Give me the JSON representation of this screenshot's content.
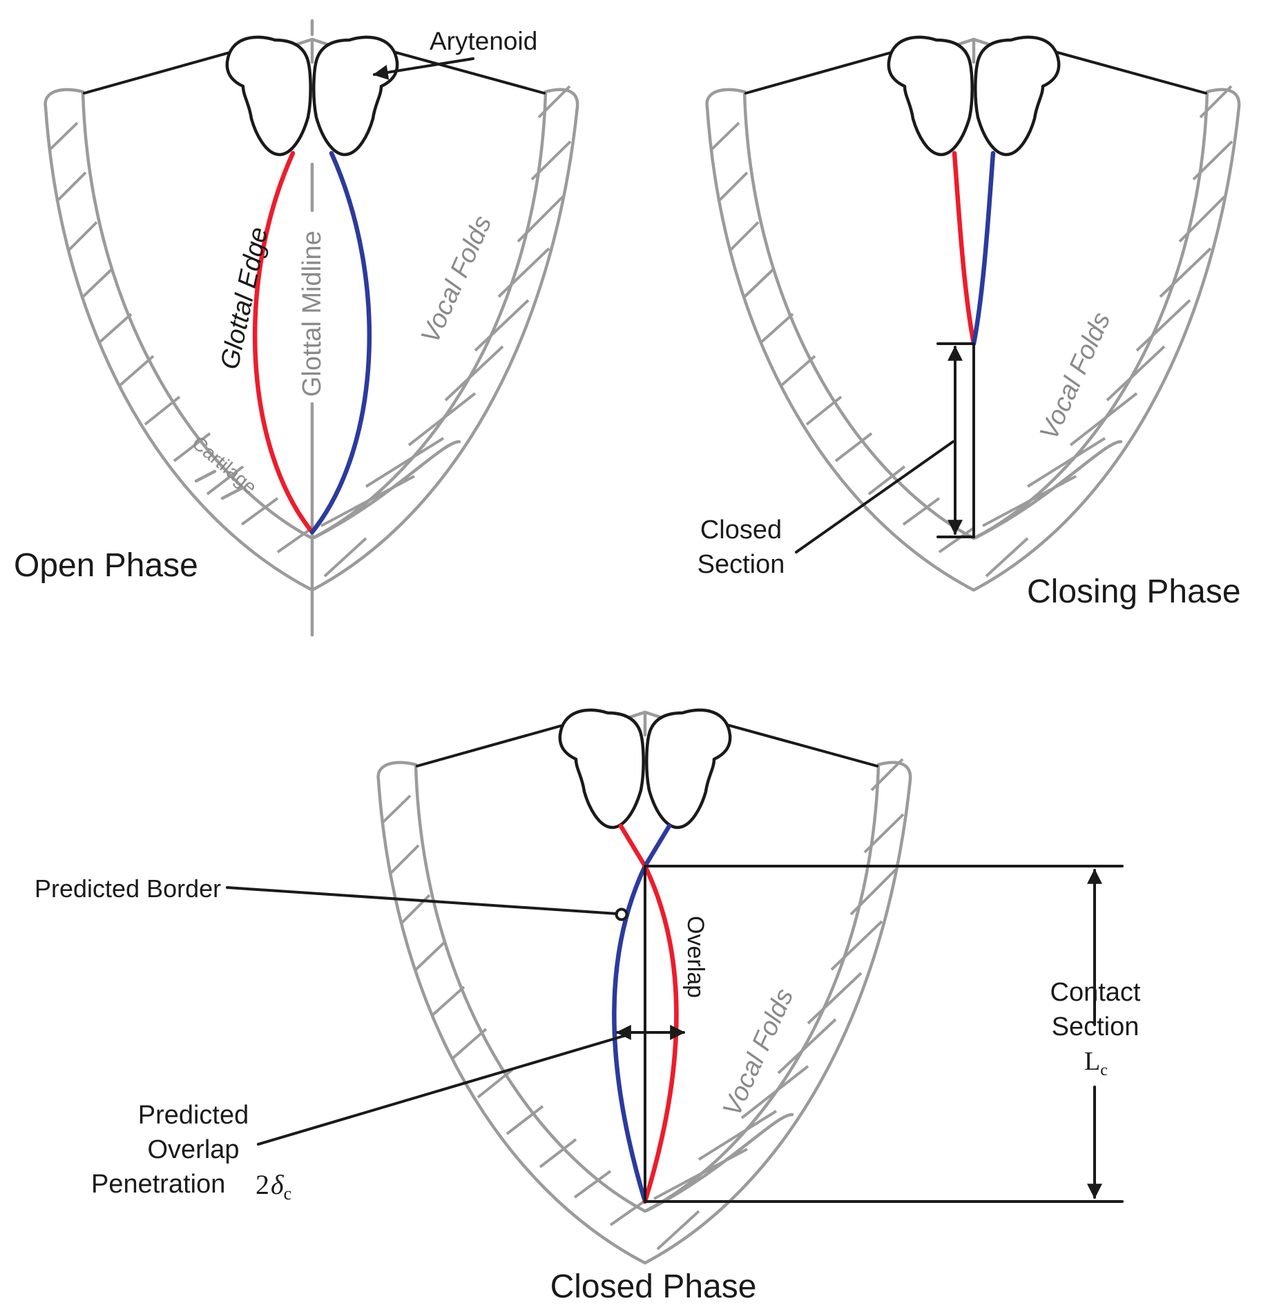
{
  "labels": {
    "arytenoid": "Arytenoid",
    "glottal_edge": "Glottal Edge",
    "glottal_midline": "Glottal Midline",
    "vocal_folds": "Vocal Folds",
    "cartilage": "Cartilage",
    "open_phase": "Open Phase",
    "closing_phase": "Closing Phase",
    "closed_phase": "Closed Phase",
    "closed_section_1": "Closed",
    "closed_section_2": "Section",
    "predicted_border": "Predicted Border",
    "overlap": "Overlap",
    "predicted_overlap_1": "Predicted",
    "predicted_overlap_2": "Overlap",
    "predicted_overlap_3": "Penetration",
    "overlap_symbol_coef": "2",
    "overlap_symbol_var": "δ",
    "overlap_symbol_sub": "c",
    "contact_section_1": "Contact",
    "contact_section_2": "Section",
    "contact_symbol_var": "L",
    "contact_symbol_sub": "c"
  },
  "colors": {
    "left_fold_edge": "#ee1c2b",
    "right_fold_edge": "#2b3a9e",
    "anatomy_outline": "#9b9b9b",
    "annotation": "#1a1a1a"
  }
}
